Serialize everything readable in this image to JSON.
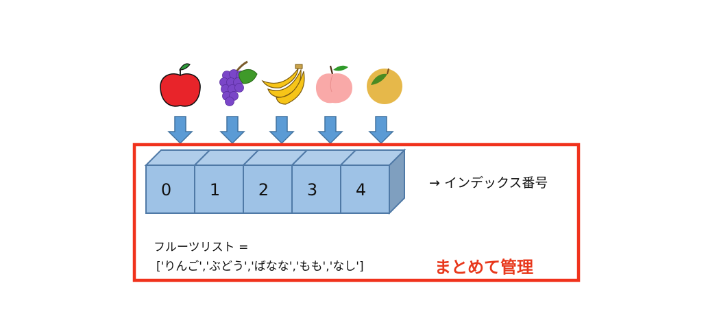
{
  "fruits": [
    {
      "name": "apple",
      "icon": "apple-icon",
      "color": "#e8242a",
      "leaf": "#2e9a3a"
    },
    {
      "name": "grapes",
      "icon": "grapes-icon",
      "color": "#7a46c8",
      "leaf": "#3f9a2a"
    },
    {
      "name": "banana",
      "icon": "banana-icon",
      "color": "#f7c518",
      "leaf": "#a57a1a"
    },
    {
      "name": "peach",
      "icon": "peach-icon",
      "color": "#f9a9a8",
      "leaf": "#2f9a2a"
    },
    {
      "name": "pear",
      "icon": "pear-icon",
      "color": "#e6b84a",
      "leaf": "#4a8a22"
    }
  ],
  "indices": [
    "0",
    "1",
    "2",
    "3",
    "4"
  ],
  "index_label": "→ インデックス番号",
  "list_code": {
    "line1": "フルーツリスト =",
    "line2": "['りんご','ぶどう','ばなな','もも','なし']"
  },
  "summary_label": "まとめて管理",
  "colors": {
    "frame": "#f0321c",
    "cube_front": "#9ec2e6",
    "cube_top": "#b0cdea",
    "cube_side": "#7f9fbf",
    "cube_stroke": "#4f79a6",
    "arrow_fill": "#5b9bd5",
    "arrow_stroke": "#41729f",
    "summary_text": "#e8381c"
  }
}
